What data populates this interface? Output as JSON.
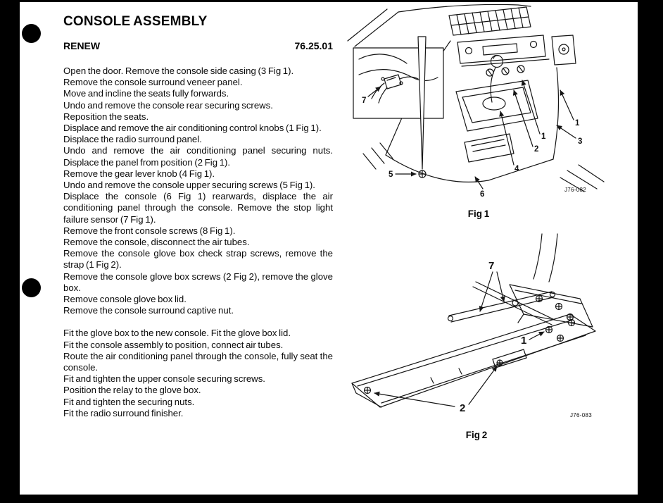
{
  "page": {
    "title": "CONSOLE ASSEMBLY",
    "procedure_name": "RENEW",
    "section_number": "76.25.01"
  },
  "procedure": {
    "removal_steps": [
      "Open the door. Remove the console side casing (3 Fig 1).",
      "Remove the console surround veneer panel.",
      "Move and incline the seats fully forwards.",
      "Undo and remove the console rear securing screws.",
      "Reposition the seats.",
      "Displace and remove the air conditioning control knobs (1 Fig 1).",
      "Displace the radio surround panel.",
      "Undo and remove the air conditioning panel securing nuts. Displace the panel from position (2 Fig 1).",
      "Remove the gear lever knob (4 Fig 1).",
      "Undo and remove the console upper securing screws (5 Fig 1).",
      "Displace the console (6 Fig 1) rearwards, displace the air conditioning panel through the console. Remove the stop light failure sensor (7 Fig 1).",
      "Remove the front console screws (8 Fig 1).",
      "Remove the console, disconnect the air tubes.",
      "Remove the console glove box check strap screws, remove the strap (1 Fig 2).",
      "Remove the console glove box screws (2 Fig 2), remove the glove box.",
      "Remove console glove box lid.",
      "Remove the console surround captive nut."
    ],
    "refit_steps": [
      "Fit the glove box to the new console. Fit the glove box lid.",
      "Fit the console assembly to position, connect air tubes.",
      "Route the air conditioning panel through the console, fully seat the console.",
      "Fit and tighten the upper console securing screws.",
      "Position the relay to the glove box.",
      "Fit and tighten the securing nuts.",
      "Fit the radio surround finisher."
    ]
  },
  "figures": [
    {
      "caption": "Fig 1",
      "code": "J76-082",
      "callouts": {
        "c7": "7",
        "c5": "5",
        "c1a": "1",
        "c3": "3",
        "c1b": "1",
        "c2": "2",
        "c4": "4",
        "c6": "6"
      }
    },
    {
      "caption": "Fig 2",
      "code": "J76-083",
      "callouts": {
        "c7": "7",
        "c1": "1",
        "c2": "2"
      }
    }
  ],
  "colors": {
    "page_background": "#ffffff",
    "scan_border": "#000000",
    "ink": "#111111"
  }
}
